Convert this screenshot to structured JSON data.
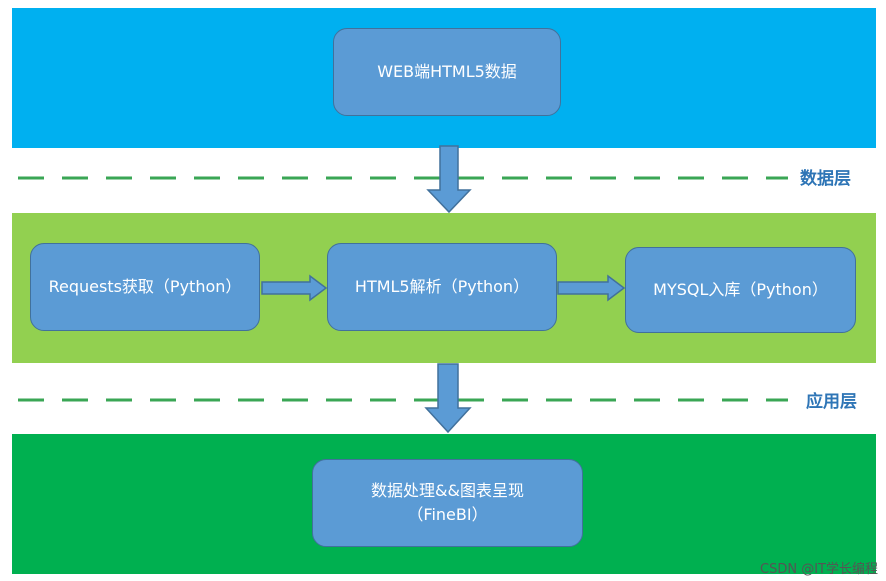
{
  "diagram": {
    "nodes": {
      "web": "WEB端HTML5数据",
      "requests": "Requests获取（Python）",
      "parse": "HTML5解析（Python）",
      "mysql": "MYSQL入库（Python）",
      "finebi_line1": "数据处理&&图表呈现",
      "finebi_line2": "（FineBI）"
    },
    "layers": {
      "data": "数据层",
      "app": "应用层"
    },
    "caption": "CSDN @IT学长编程",
    "colors": {
      "top_band": "#00b0f0",
      "mid_band": "#92d050",
      "bottom_band": "#00b050",
      "node_fill": "#5b9bd5",
      "node_border": "#41719c",
      "dash_line": "#3aa655",
      "layer_label": "#2e75b6"
    }
  }
}
